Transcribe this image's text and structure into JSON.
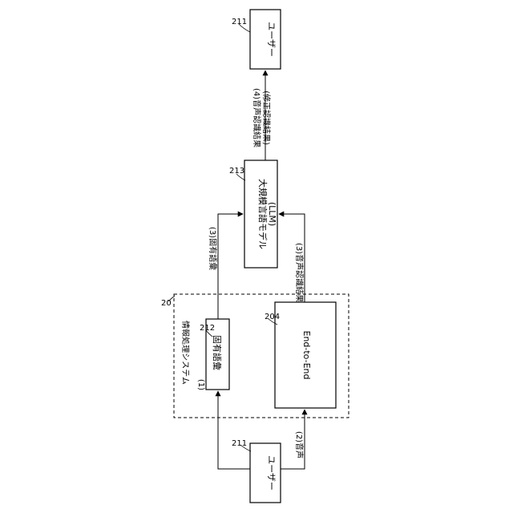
{
  "nodes": {
    "user_top": {
      "ref": "211",
      "label": "ユーザー"
    },
    "llm": {
      "ref": "213",
      "line1": "大規模言語モデル",
      "line2": "(LLM)"
    },
    "system": {
      "ref": "20",
      "label": "情報処理システム"
    },
    "vocab": {
      "ref": "212",
      "label": "固有語彙",
      "num": "(1)"
    },
    "e2e": {
      "ref": "204",
      "label": "End-to-End"
    },
    "user_bottom": {
      "ref": "211",
      "label": "ユーザー"
    }
  },
  "edges": {
    "result_out_1": "(4)音声認識結果",
    "result_out_2": "(修正認識結果)",
    "vocab_to_llm": "(3)固有語彙",
    "e2e_to_llm": "(3)音声認識結果",
    "user_to_e2e": "(2)音声"
  }
}
